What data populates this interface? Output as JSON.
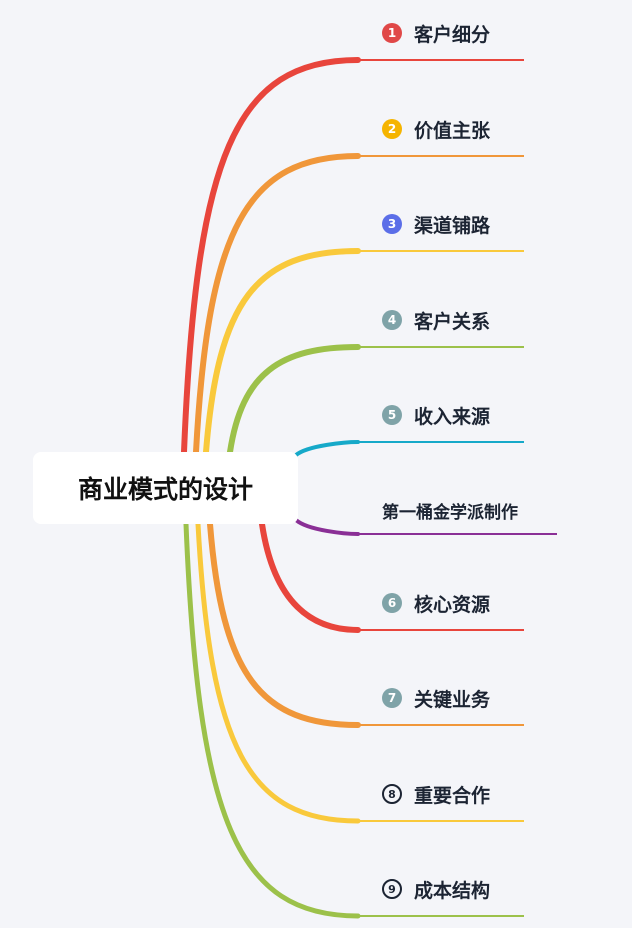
{
  "center": {
    "title": "商业模式的设计"
  },
  "branches": [
    {
      "number": "1",
      "label": "客户细分",
      "color": "#e8453c",
      "badge_color": "#e04848",
      "badge_style": "filled"
    },
    {
      "number": "2",
      "label": "价值主张",
      "color": "#f0973a",
      "badge_color": "#f5b400",
      "badge_style": "filled"
    },
    {
      "number": "3",
      "label": "渠道铺路",
      "color": "#f9c93c",
      "badge_color": "#5b6ee8",
      "badge_style": "filled"
    },
    {
      "number": "4",
      "label": "客户关系",
      "color": "#9cc14a",
      "badge_color": "#7fa3a8",
      "badge_style": "filled"
    },
    {
      "number": "5",
      "label": "收入来源",
      "color": "#16a9c9",
      "badge_color": "#7fa3a8",
      "badge_style": "filled"
    },
    {
      "number": "",
      "label": "第一桶金学派制作",
      "color": "#8a2f96",
      "badge_color": "",
      "badge_style": "none"
    },
    {
      "number": "6",
      "label": "核心资源",
      "color": "#e8453c",
      "badge_color": "#7fa3a8",
      "badge_style": "filled"
    },
    {
      "number": "7",
      "label": "关键业务",
      "color": "#f0973a",
      "badge_color": "#7fa3a8",
      "badge_style": "filled"
    },
    {
      "number": "8",
      "label": "重要合作",
      "color": "#f9c93c",
      "badge_color": "#1c2433",
      "badge_style": "outline"
    },
    {
      "number": "9",
      "label": "成本结构",
      "color": "#9cc14a",
      "badge_color": "#1c2433",
      "badge_style": "outline"
    }
  ]
}
